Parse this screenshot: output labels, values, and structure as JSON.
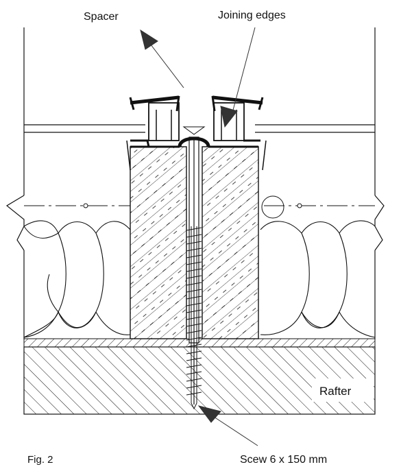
{
  "labels": {
    "spacer": "Spacer",
    "joining_edges": "Joining edges",
    "rafter": "Rafter",
    "figure": "Fig. 2",
    "screw": "Scew 6 x 150 mm"
  },
  "colors": {
    "line": "#111111",
    "background": "#ffffff"
  }
}
